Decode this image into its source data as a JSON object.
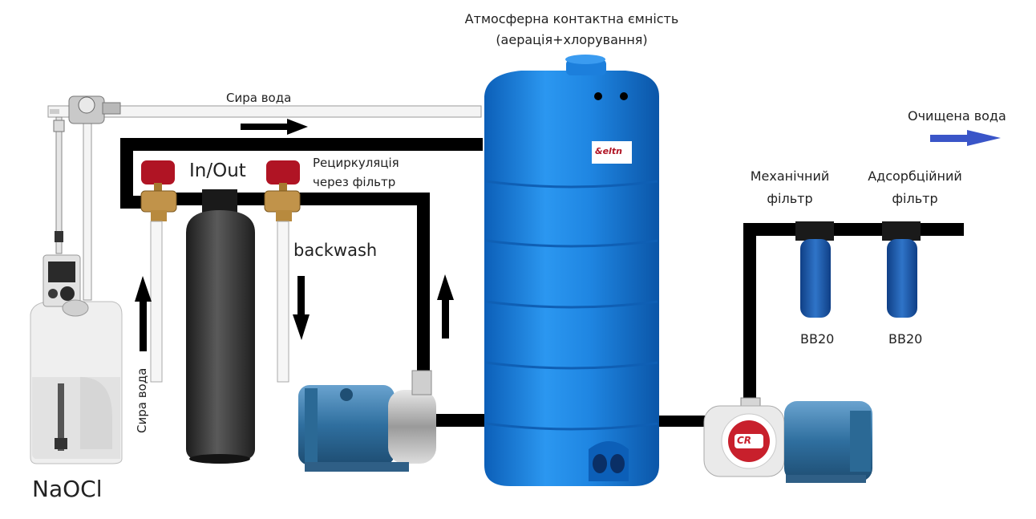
{
  "labels": {
    "tank_title_line1": "Атмосферна контактна ємність",
    "tank_title_line2": "(аерація+хлорування)",
    "raw_water_top": "Сира вода",
    "raw_water_side": "Сира вода",
    "in_out": "In/Out",
    "recirc_line1": "Рециркуляція",
    "recirc_line2": "через фільтр",
    "backwash": "backwash",
    "purified_water": "Очищена вода",
    "mech_filter_line1": "Механічний",
    "mech_filter_line2": "фільтр",
    "adsorb_filter_line1": "Адсорбційний",
    "adsorb_filter_line2": "фільтр",
    "mech_filter_model": "BB20",
    "adsorb_filter_model": "BB20",
    "dosing_tank": "NaOCl",
    "tank_brand": "&eltn",
    "pump_brand": "CR"
  },
  "colors": {
    "pipe": "#000000",
    "tank_blue": "#1d86e4",
    "filter_vessel": "#3a3a3a",
    "valve_red": "#b01424",
    "valve_brass": "#b88a3e",
    "pump_blue": "#3f7fae",
    "cartridge_blue": "#1f5fb0",
    "flow_arrow": "#3a55c8"
  }
}
